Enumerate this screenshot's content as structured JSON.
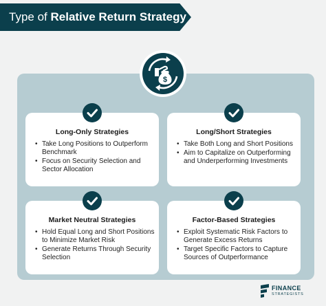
{
  "title": {
    "prefix": "Type of ",
    "bold": "Relative Return Strategy"
  },
  "icons": {
    "hero": "money-bag-cycle-icon",
    "check": "checkmark-icon",
    "logo": "finance-strategists-logo"
  },
  "colors": {
    "brand": "#0b3f4c",
    "panel": "#b6ccd2",
    "background": "#f1f2f2",
    "card": "#ffffff"
  },
  "cards": [
    {
      "title": "Long-Only Strategies",
      "bullets": [
        "Take Long Positions to Outperform Benchmark",
        "Focus on Security Selection and Sector Allocation"
      ]
    },
    {
      "title": "Long/Short Strategies",
      "bullets": [
        "Take Both Long and Short Positions",
        "Aim to Capitalize on Outperforming and Underperforming Investments"
      ]
    },
    {
      "title": "Market Neutral Strategies",
      "bullets": [
        "Hold Equal Long and Short Positions to Minimize Market Risk",
        "Generate Returns Through Security Selection"
      ]
    },
    {
      "title": "Factor-Based Strategies",
      "bullets": [
        "Exploit Systematic Risk Factors to Generate Excess Returns",
        "Target Specific Factors to Capture Sources of Outperformance"
      ]
    }
  ],
  "logo": {
    "line1": "FINANCE",
    "line2": "STRATEGISTS"
  }
}
